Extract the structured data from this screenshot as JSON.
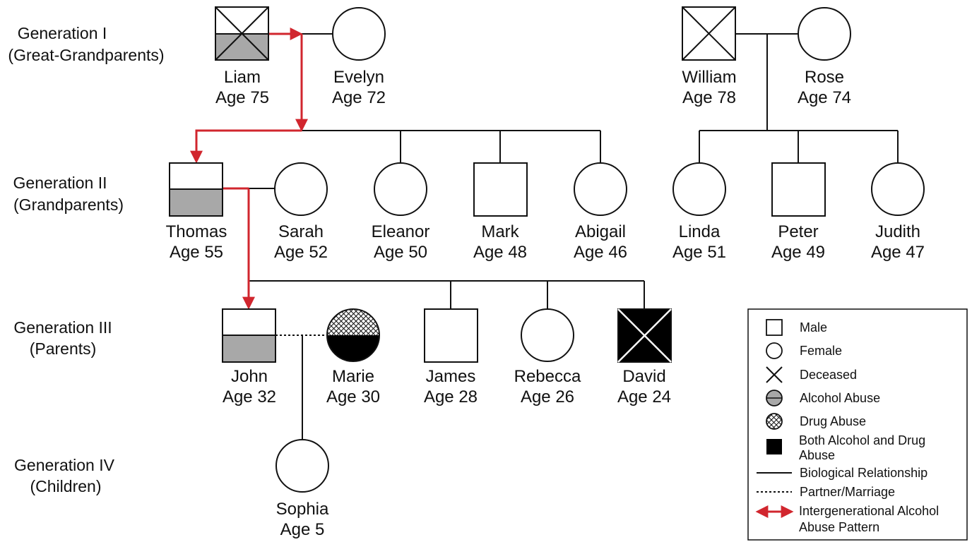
{
  "generations": [
    {
      "id": "g1",
      "title": "Generation I",
      "subtitle": "(Great-Grandparents)"
    },
    {
      "id": "g2",
      "title": "Generation II",
      "subtitle": "(Grandparents)"
    },
    {
      "id": "g3",
      "title": "Generation III",
      "subtitle": "(Parents)"
    },
    {
      "id": "g4",
      "title": "Generation IV",
      "subtitle": "(Children)"
    }
  ],
  "people": [
    {
      "id": "liam",
      "name": "Liam",
      "age": "Age 75",
      "sex": "male",
      "deceased": true,
      "condition": "alcohol"
    },
    {
      "id": "evelyn",
      "name": "Evelyn",
      "age": "Age 72",
      "sex": "female",
      "deceased": false,
      "condition": "none"
    },
    {
      "id": "william",
      "name": "William",
      "age": "Age 78",
      "sex": "male",
      "deceased": true,
      "condition": "none"
    },
    {
      "id": "rose",
      "name": "Rose",
      "age": "Age 74",
      "sex": "female",
      "deceased": false,
      "condition": "none"
    },
    {
      "id": "thomas",
      "name": "Thomas",
      "age": "Age 55",
      "sex": "male",
      "deceased": false,
      "condition": "alcohol"
    },
    {
      "id": "sarah",
      "name": "Sarah",
      "age": "Age 52",
      "sex": "female",
      "deceased": false,
      "condition": "none"
    },
    {
      "id": "eleanor",
      "name": "Eleanor",
      "age": "Age 50",
      "sex": "female",
      "deceased": false,
      "condition": "none"
    },
    {
      "id": "mark",
      "name": "Mark",
      "age": "Age 48",
      "sex": "male",
      "deceased": false,
      "condition": "none"
    },
    {
      "id": "abigail",
      "name": "Abigail",
      "age": "Age 46",
      "sex": "female",
      "deceased": false,
      "condition": "none"
    },
    {
      "id": "linda",
      "name": "Linda",
      "age": "Age 51",
      "sex": "female",
      "deceased": false,
      "condition": "none"
    },
    {
      "id": "peter",
      "name": "Peter",
      "age": "Age 49",
      "sex": "male",
      "deceased": false,
      "condition": "none"
    },
    {
      "id": "judith",
      "name": "Judith",
      "age": "Age 47",
      "sex": "female",
      "deceased": false,
      "condition": "none"
    },
    {
      "id": "john",
      "name": "John",
      "age": "Age 32",
      "sex": "male",
      "deceased": false,
      "condition": "alcohol"
    },
    {
      "id": "marie",
      "name": "Marie",
      "age": "Age 30",
      "sex": "female",
      "deceased": false,
      "condition": "drug-and-both"
    },
    {
      "id": "james",
      "name": "James",
      "age": "Age 28",
      "sex": "male",
      "deceased": false,
      "condition": "none"
    },
    {
      "id": "rebecca",
      "name": "Rebecca",
      "age": "Age 26",
      "sex": "female",
      "deceased": false,
      "condition": "none"
    },
    {
      "id": "david",
      "name": "David",
      "age": "Age 24",
      "sex": "male",
      "deceased": true,
      "condition": "both"
    },
    {
      "id": "sophia",
      "name": "Sophia",
      "age": "Age 5",
      "sex": "female",
      "deceased": false,
      "condition": "none"
    }
  ],
  "legend": {
    "items": [
      {
        "label": "Male",
        "symbol": "male-square"
      },
      {
        "label": "Female",
        "symbol": "female-circle"
      },
      {
        "label": "Deceased",
        "symbol": "deceased-cross"
      },
      {
        "label": "Alcohol Abuse",
        "symbol": "alcohol-half-gray"
      },
      {
        "label": "Drug Abuse",
        "symbol": "drug-crosshatch"
      },
      {
        "label": "Both Alcohol and Drug Abuse",
        "symbol": "both-black-square"
      },
      {
        "label": "Biological Relationship",
        "symbol": "solid-line"
      },
      {
        "label": "Partner/Marriage",
        "symbol": "dotted-line"
      },
      {
        "label": "Intergenerational Alcohol Abuse Pattern",
        "symbol": "red-double-arrow"
      }
    ]
  },
  "colors": {
    "line": "#111111",
    "alcohol_fill": "#a8a8a8",
    "both_fill": "#000000",
    "pattern_arrow": "#d1262e",
    "background": "#ffffff"
  }
}
